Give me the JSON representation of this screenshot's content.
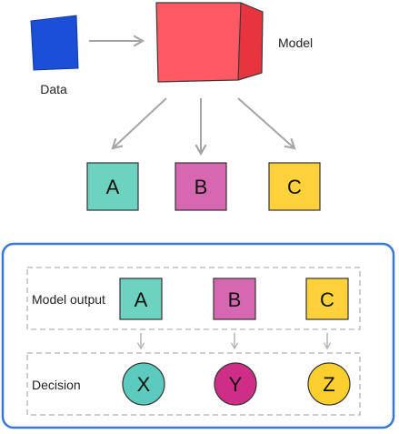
{
  "top": {
    "data_label": "Data",
    "model_label": "Model",
    "outputs": [
      "A",
      "B",
      "C"
    ]
  },
  "bottom": {
    "model_output_label": "Model output",
    "decision_label": "Decision",
    "outputs": [
      "A",
      "B",
      "C"
    ],
    "decisions": [
      "X",
      "Y",
      "Z"
    ]
  },
  "colors": {
    "data_square": "#1a4fd6",
    "model_cube_front": "#ff5a64",
    "model_cube_side": "#e8343f",
    "output_a": "#6dd3c0",
    "output_b": "#d668b2",
    "output_c": "#ffd23c",
    "decision_x": "#5ccbbd",
    "decision_y": "#cf2e86",
    "decision_z": "#fbd02e",
    "panel_border": "#3a78d8",
    "arrow": "#a5a5a5"
  }
}
